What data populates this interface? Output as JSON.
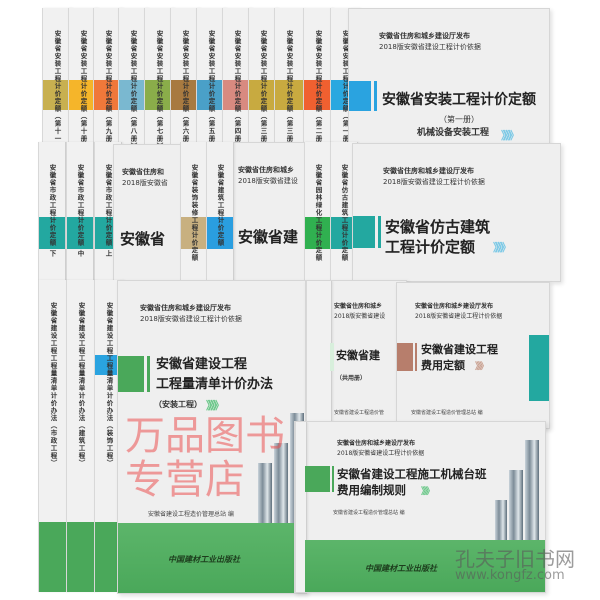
{
  "colors": {
    "green": "#4aa85a",
    "teal": "#23a8a0",
    "blue": "#2aa3e0",
    "brown": "#b77e6c",
    "watermark_red": "#eb5050"
  },
  "row1_spines": [
    {
      "text": "安徽省安装工程计价定额（第十一册）",
      "color": "#c8b050"
    },
    {
      "text": "安徽省安装工程计价定额（第十册）",
      "color": "#f5b52a"
    },
    {
      "text": "安徽省安装工程计价定额（第九册）",
      "color": "#f0783a"
    },
    {
      "text": "安徽省安装工程计价定额（第八册）",
      "color": "#7ab8d0"
    },
    {
      "text": "安徽省安装工程计价定额（第七册）",
      "color": "#8aad4a"
    },
    {
      "text": "安徽省安装工程计价定额（第六册）",
      "color": "#a87a40"
    },
    {
      "text": "安徽省安装工程计价定额（第五册）",
      "color": "#4aa0c8"
    },
    {
      "text": "安徽省安装工程计价定额（第四册）",
      "color": "#d88a80"
    },
    {
      "text": "安徽省安装工程计价定额（第三册 下）",
      "color": "#c8aa40"
    },
    {
      "text": "安徽省安装工程计价定额（第三册 上）",
      "color": "#c8aa40"
    },
    {
      "text": "安徽省安装工程计价定额（第二册）",
      "color": "#f06030"
    },
    {
      "text": "安徽省安装工程计价定额（第一册）",
      "color": "#2aa8e0"
    }
  ],
  "row2_spines": [
    {
      "text": "安徽省市政工程计价定额 下",
      "color": "#23a8a0"
    },
    {
      "text": "安徽省市政工程计价定额 中",
      "color": "#23a8a0"
    },
    {
      "text": "安徽省市政工程计价定额 上",
      "color": "#23a8a0"
    },
    {
      "text": "安徽省装饰装修工程计价定额",
      "color": "#c8b080"
    },
    {
      "text": "安徽省建筑工程计价定额",
      "color": "#2a9ee0"
    },
    {
      "text": "安徽省园林绿化工程计价定额",
      "color": "#30b050"
    },
    {
      "text": "安徽省仿古建筑工程计价定额",
      "color": "#23a8a0"
    }
  ],
  "row3_spines": [
    {
      "text": "安徽省建设工程工程量清单计价办法（市政工程）",
      "color": "#f1f1f1"
    },
    {
      "text": "安徽省建设工程工程量清单计价办法（建筑工程）",
      "color": "#f1f1f1"
    },
    {
      "text": "安徽省建设工程工程量清单计价办法（装饰工程）",
      "color": "#2aa3e0"
    }
  ],
  "publisher_line1": "安徽省住房和城乡建设厅发布",
  "publisher_line2": "2018版安徽省建设工程计价依据",
  "editor": "安徽省建设工程造价管理总站  编",
  "press": "中国建材工业出版社",
  "chevrons": "》》》》",
  "books": {
    "install": {
      "title": "安徽省安装工程计价定额",
      "volume": "（第一册）",
      "subtitle": "机械设备安装工程"
    },
    "municipal_partial": {
      "pub1": "安徽省住房和",
      "pub2": "2018版安徽省",
      "title": "安徽省"
    },
    "building_partial": {
      "pub1": "安徽省住房和城乡",
      "pub2": "2018版安徽省建设",
      "title": "安徽省建"
    },
    "antique": {
      "title_line1": "安徽省仿古建筑",
      "title_line2": "工程计价定额"
    },
    "bill": {
      "title_line1": "安徽省建设工程",
      "title_line2": "工程量清单计价办法",
      "subtitle": "（安装工程）"
    },
    "common": {
      "pub1": "安徽省住房和城乡",
      "pub2": "2018版安徽省建设",
      "title": "安徽省建",
      "subtitle": "（共用册）",
      "editor": "安徽省建设工程造价管"
    },
    "fee": {
      "title_line1": "安徽省建设工程",
      "title_line2": "费用定额"
    },
    "machine": {
      "title_line1": "安徽省建设工程施工机械台班",
      "title_line2": "费用编制规则"
    }
  },
  "watermarks": {
    "store": "万品图书专营店",
    "site_name": "孔夫子旧书网",
    "site_url": "www.kongfz.com"
  }
}
